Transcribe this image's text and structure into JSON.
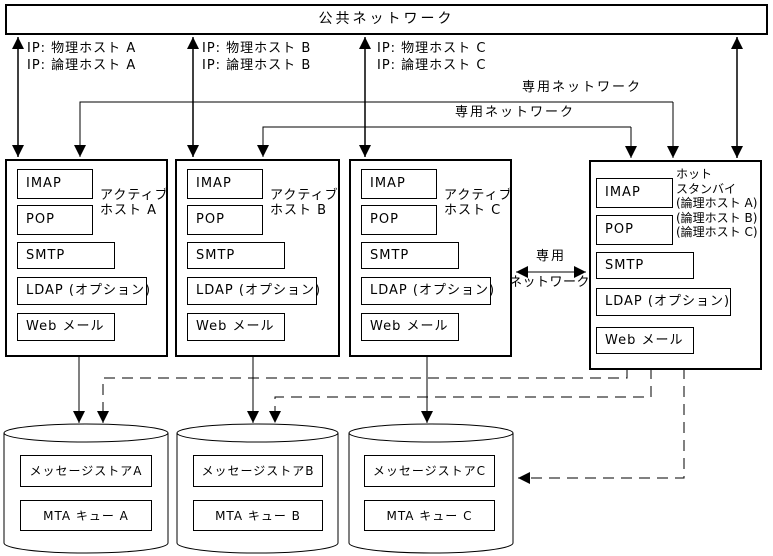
{
  "public_network": {
    "label": "公共ネットワーク"
  },
  "ip_labels": [
    {
      "physical": "IP: 物理ホスト A",
      "logical": "IP: 論理ホスト A"
    },
    {
      "physical": "IP: 物理ホスト B",
      "logical": "IP: 論理ホスト B"
    },
    {
      "physical": "IP: 物理ホスト C",
      "logical": "IP: 論理ホスト C"
    }
  ],
  "dedicated_network": {
    "label_line_to_standby_upper": "専用ネットワーク",
    "label_line_to_standby_lower": "専用ネットワーク",
    "label_c_standby_line1": "専用",
    "label_c_standby_line2": "ネットワーク"
  },
  "hosts": [
    {
      "name_line1": "アクティブ",
      "name_line2": "ホスト A",
      "services": [
        "IMAP",
        "POP",
        "SMTP",
        "LDAP (オプション)",
        "Web メール"
      ]
    },
    {
      "name_line1": "アクティブ",
      "name_line2": "ホスト B",
      "services": [
        "IMAP",
        "POP",
        "SMTP",
        "LDAP (オプション)",
        "Web メール"
      ]
    },
    {
      "name_line1": "アクティブ",
      "name_line2": "ホスト C",
      "services": [
        "IMAP",
        "POP",
        "SMTP",
        "LDAP (オプション)",
        "Web メール"
      ]
    }
  ],
  "standby_host": {
    "name_lines": [
      "ホット",
      "スタンバイ",
      "(論理ホスト A)",
      "(論理ホスト B)",
      "(論理ホスト C)"
    ],
    "services": [
      "IMAP",
      "POP",
      "SMTP",
      "LDAP (オプション)",
      "Web メール"
    ]
  },
  "storage_units": [
    {
      "message_store": "メッセージストアA",
      "mta_queue": "MTA キュー A"
    },
    {
      "message_store": "メッセージストアB",
      "mta_queue": "MTA キュー B"
    },
    {
      "message_store": "メッセージストアC",
      "mta_queue": "MTA キュー C"
    }
  ],
  "colors": {
    "line": "#000000",
    "background": "#ffffff"
  }
}
